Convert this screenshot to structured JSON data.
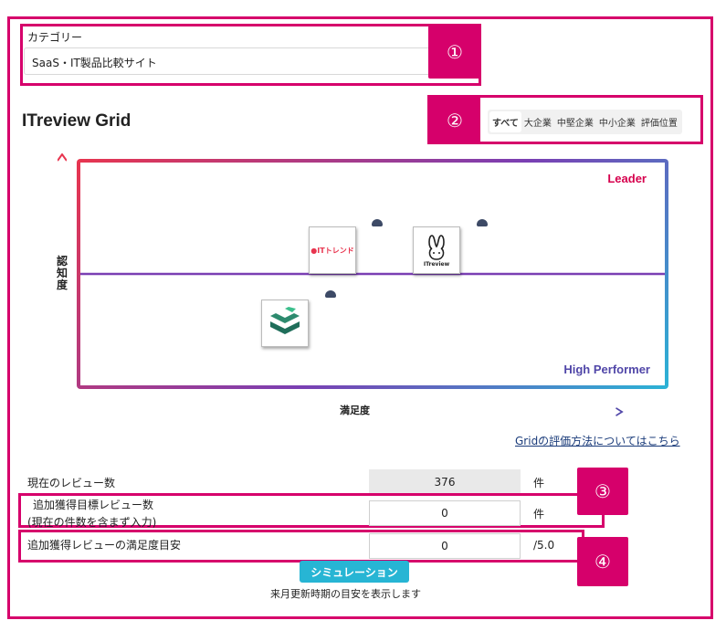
{
  "category": {
    "label": "カテゴリー",
    "value": "SaaS・IT製品比較サイト"
  },
  "badges": [
    "①",
    "②",
    "③",
    "④"
  ],
  "grid": {
    "title": "ITreview Grid",
    "segments": [
      "すべて",
      "大企業",
      "中堅企業",
      "中小企業",
      "評価位置"
    ],
    "active_segment": "すべて",
    "leader_label": "Leader",
    "high_performer_label": "High Performer",
    "y_axis_label": "認知度",
    "x_axis_label": "満足度",
    "method_link": "Gridの評価方法についてはこちら",
    "products": [
      {
        "name": "ITトレンド",
        "logo_text": "●ITトレンド"
      },
      {
        "name": "ITreview",
        "logo_text": "ITreview"
      },
      {
        "name": "green-logo",
        "logo_text": ""
      }
    ]
  },
  "simulation": {
    "current_reviews_label": "現在のレビュー数",
    "current_reviews_value": "376",
    "unit_count": "件",
    "target_label_1": "追加獲得目標レビュー数",
    "target_label_2": "(現在の件数を含まず入力)",
    "target_value": "0",
    "satisfaction_label": "追加獲得レビューの満足度目安",
    "satisfaction_value": "0",
    "satisfaction_unit": "/5.0",
    "button_label": "シミュレーション",
    "note": "来月更新時期の目安を表示します"
  },
  "colors": {
    "accent": "#d6006b",
    "button": "#27b5d4",
    "leader": "#d6004d",
    "high_performer": "#5046a8"
  }
}
